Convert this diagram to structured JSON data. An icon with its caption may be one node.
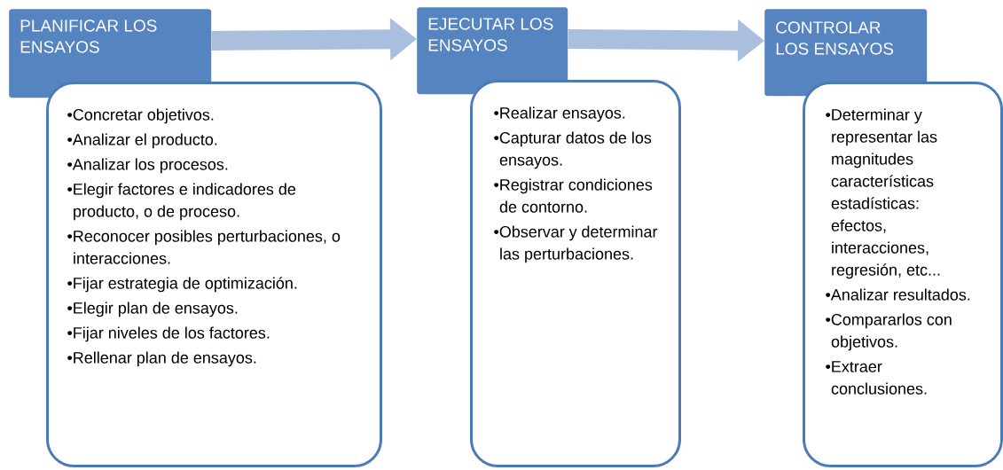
{
  "diagram": {
    "nodes": [
      {
        "text": [
          "PLANIFICAR LOS ENSAYOS"
        ]
      },
      {
        "text": [
          "•Concretar objetivos.",
          "•Analizar el producto.",
          "•Analizar los procesos.",
          "•Elegir factores e indicadores de producto, o de proceso.",
          "•Reconocer posibles perturbaciones, o interacciones.",
          "•Fijar estrategia de optimización.",
          "•Elegir plan de ensayos.",
          "•Fijar niveles de los factores.",
          "•Rellenar plan de ensayos."
        ]
      },
      {
        "text": [
          "EJECUTAR LOS ENSAYOS"
        ]
      },
      {
        "text": [
          "•Realizar ensayos.",
          "•Capturar datos de los ensayos.",
          "•Registrar condiciones de contorno.",
          "•Observar y determinar las perturbaciones."
        ]
      },
      {
        "text": [
          "CONTROLAR LOS ENSAYOS"
        ]
      },
      {
        "text": [
          "•Determinar y representar las magnitudes características estadísticas: efectos, interacciones, regresión, etc...",
          "•Analizar resultados.",
          "•Compararlos con objetivos.",
          "•Extraer conclusiones."
        ]
      }
    ],
    "edges": [
      {
        "from": 0,
        "to": 2,
        "arrow": "to"
      },
      {
        "from": 2,
        "to": 4,
        "arrow": "to"
      }
    ]
  }
}
